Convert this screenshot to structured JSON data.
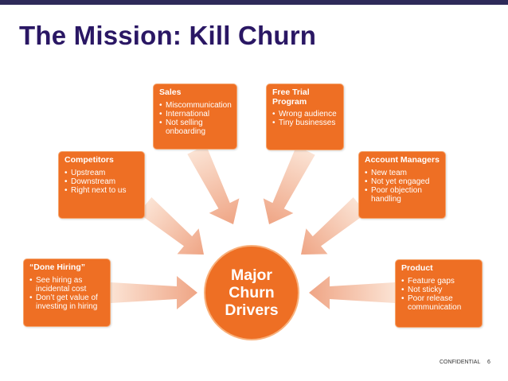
{
  "slide": {
    "title": "The Mission: Kill Churn",
    "footer_label": "CONFIDENTIAL",
    "page_number": "6"
  },
  "center": {
    "label": "Major\nChurn\nDrivers"
  },
  "boxes": [
    {
      "id": "sales",
      "title": "Sales",
      "bullets": [
        "Miscommunication",
        "International",
        "Not selling onboarding"
      ]
    },
    {
      "id": "free-trial",
      "title": "Free Trial Program",
      "bullets": [
        "Wrong audience",
        "Tiny businesses"
      ]
    },
    {
      "id": "competitors",
      "title": "Competitors",
      "bullets": [
        "Upstream",
        "Downstream",
        "Right next to us"
      ]
    },
    {
      "id": "account-managers",
      "title": "Account Managers",
      "bullets": [
        "New team",
        "Not yet engaged",
        "Poor objection handling"
      ]
    },
    {
      "id": "done-hiring",
      "title": "“Done Hiring”",
      "bullets": [
        "See hiring as incidental cost",
        "Don’t get value of investing in hiring"
      ]
    },
    {
      "id": "product",
      "title": "Product",
      "bullets": [
        "Feature gaps",
        "Not sticky",
        "Poor release communication"
      ]
    }
  ],
  "colors": {
    "box_fill": "#ee6f24",
    "arrow_light": "#fbe3d4",
    "arrow_dark": "#efa585",
    "title": "#2a1764",
    "top_bar": "#2e2a59"
  }
}
